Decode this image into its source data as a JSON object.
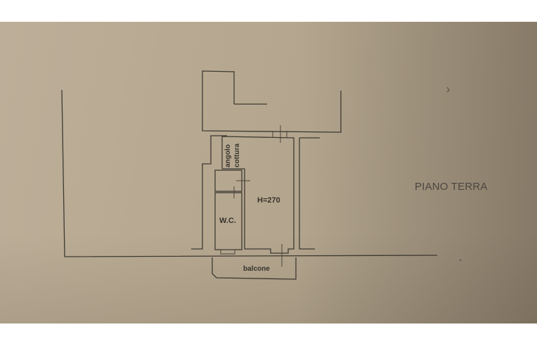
{
  "plan": {
    "title": "PIANO TERRA",
    "rooms": [
      {
        "label": "angolo cottura",
        "line1": "angolo",
        "line2": "cottura"
      },
      {
        "label": "H=270"
      },
      {
        "label": "W.C."
      },
      {
        "label": "balcone"
      }
    ]
  },
  "colors": {
    "paper": "#b8aa92",
    "ink": "#3e3a33",
    "background": "#ffffff"
  }
}
